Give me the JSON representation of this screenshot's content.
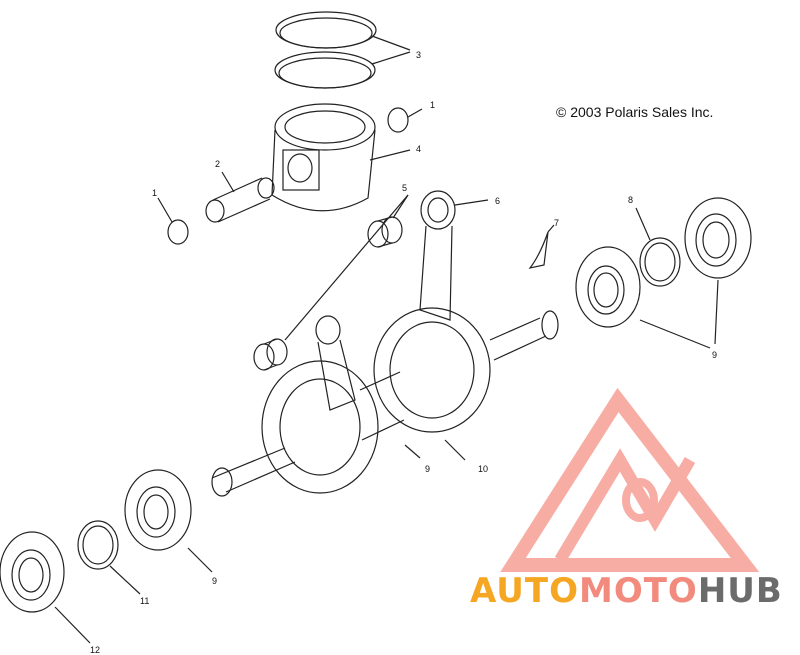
{
  "copyright": "© 2003 Polaris Sales Inc.",
  "callouts": [
    {
      "id": "c1a",
      "text": "1"
    },
    {
      "id": "c1b",
      "text": "1"
    },
    {
      "id": "c2",
      "text": "2"
    },
    {
      "id": "c3",
      "text": "3"
    },
    {
      "id": "c4",
      "text": "4"
    },
    {
      "id": "c5",
      "text": "5"
    },
    {
      "id": "c6",
      "text": "6"
    },
    {
      "id": "c7",
      "text": "7"
    },
    {
      "id": "c8",
      "text": "8"
    },
    {
      "id": "c9a",
      "text": "9"
    },
    {
      "id": "c9b",
      "text": "9"
    },
    {
      "id": "c9c",
      "text": "9"
    },
    {
      "id": "c10",
      "text": "10"
    },
    {
      "id": "c11",
      "text": "11"
    },
    {
      "id": "c12",
      "text": "12"
    }
  ],
  "watermark": {
    "part1": "AUTO",
    "part2": "MOTO",
    "part3": "HUB",
    "color_orange": "#f5a623",
    "color_pink": "#f28b7d",
    "color_gray": "#6b6b6b",
    "logo_color": "#f26b5b"
  }
}
